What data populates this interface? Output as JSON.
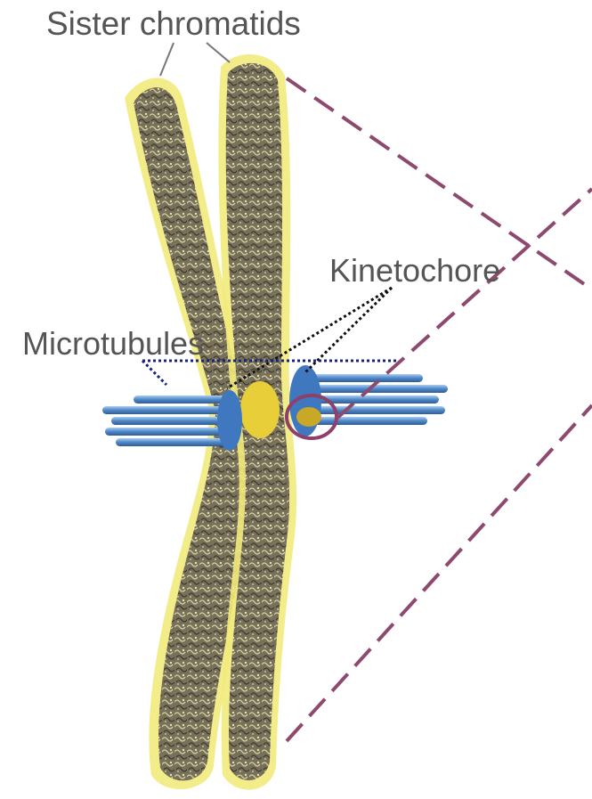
{
  "labels": {
    "sister_chromatids": "Sister chromatids",
    "kinetochore": "Kinetochore",
    "microtubules": "Microtubules"
  },
  "colors": {
    "chromatin_dark": "#5f5a4a",
    "chromatin_mid": "#8d8468",
    "chromatin_edge": "#e6df8a",
    "chromatin_glow": "#f3ec7a",
    "microtubule": "#4f86c6",
    "microtubule_light": "#8cb6e6",
    "kinetochore_fill": "#c9a827",
    "highlight_circle": "#8e3f6a",
    "callout_dash": "#8e4a6e",
    "label_text": "#555555",
    "pointer_black": "#111111",
    "pointer_navy": "#1a237e"
  }
}
